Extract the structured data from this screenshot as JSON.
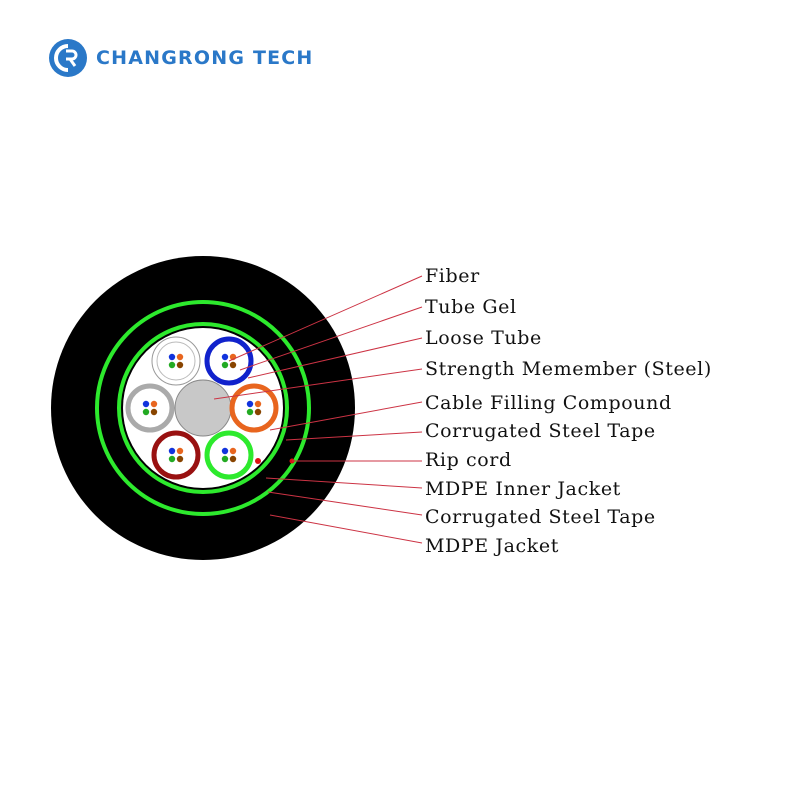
{
  "brand": {
    "name": "CHANGRONG TECH",
    "mark_text": "CR",
    "accent": "#2a78c8"
  },
  "diagram": {
    "labels": [
      "Fiber",
      "Tube Gel",
      "Loose Tube",
      "Strength Memember (Steel)",
      "Cable Filling Compound",
      "Corrugated Steel Tape",
      "Rip cord",
      "MDPE Inner Jacket",
      "Corrugated Steel Tape",
      "MDPE Jacket"
    ],
    "colors": {
      "jacket": "#000000",
      "steel_tape": "#2dea2d",
      "filling": "#ffffff",
      "strength_member": "#c8c8c8",
      "leader_line": "#cc3344",
      "rip_cord": "#dd1111",
      "tubes": [
        "#ffffff",
        "#1122cc",
        "#e8651e",
        "#2dea2d",
        "#991111",
        "#aaaaaa"
      ]
    }
  }
}
